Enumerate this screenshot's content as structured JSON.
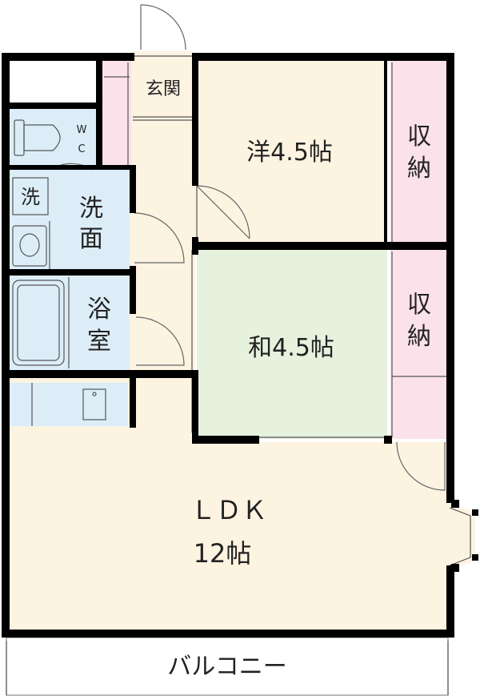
{
  "floorplan": {
    "rooms": {
      "entrance": "玄関",
      "wc_w": "W",
      "wc_c": "C",
      "washer": "洗",
      "washroom_1": "洗",
      "washroom_2": "面",
      "bath_1": "浴",
      "bath_2": "室",
      "western_room": "洋4.5帖",
      "storage_1_a": "収",
      "storage_1_b": "納",
      "japanese_room": "和4.5帖",
      "storage_2_a": "収",
      "storage_2_b": "納",
      "ldk_name": "ＬＤＫ",
      "ldk_size": "12帖",
      "balcony": "バルコニー"
    },
    "colors": {
      "floor": "#fdf3e1",
      "wet_area": "#dcedf8",
      "storage": "#fbe1ea",
      "tatami": "#e6f1de",
      "wall": "#000000"
    }
  }
}
